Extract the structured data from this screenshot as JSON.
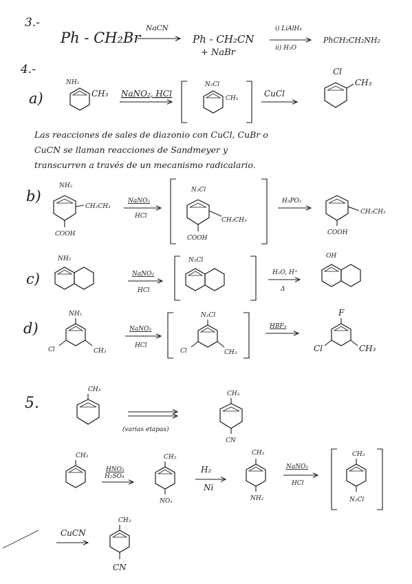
{
  "problem3": {
    "number": "3.-",
    "reactant": "Ph - CH₂Br",
    "reagent": "NaCN",
    "product1": "Ph - CH₂CN",
    "byproduct": "+ NaBr",
    "step_i": "i) LiAlH₄",
    "step_ii": "ii) H₂O",
    "final": "PhCH₂CH₂NH₂"
  },
  "problem4": {
    "number": "4.-",
    "a": {
      "label": "a)",
      "sm_sub1": "NH₂",
      "sm_sub2": "CH₃",
      "reagent": "NaNO₂, HCl",
      "int_sub1": "N₂Cl",
      "int_sub2": "CH₃",
      "reagent2": "CuCl",
      "prod_sub1": "Cl",
      "prod_sub2": "CH₃"
    },
    "paragraph": [
      "Las reacciones de sales de diazonio con CuCl, CuBr o",
      "CuCN se llaman reacciones de Sandmeyer y",
      "transcurren a través de un mecanismo radicalario."
    ],
    "b": {
      "label": "b)",
      "sm_top": "NH₂",
      "sm_side": "CH₂CH₃",
      "sm_bottom": "COOH",
      "reagent_top": "NaNO₂",
      "reagent_bottom": "HCl",
      "int_top": "N₂Cl",
      "int_side": "CH₂CH₃",
      "int_bottom": "COOH",
      "reagent2": "H₃PO₂",
      "prod_side": "CH₂CH₃",
      "prod_bottom": "COOH"
    },
    "c": {
      "label": "c)",
      "sm_top": "NH₂",
      "reagent_top": "NaNO₂",
      "reagent_bottom": "HCl",
      "int_top": "N₂Cl",
      "reagent2_top": "H₂O, H⁺",
      "reagent2_bottom": "Δ",
      "prod_top": "OH"
    },
    "d": {
      "label": "d)",
      "sm_top": "NH₂",
      "sm_left": "Cl",
      "sm_right": "CH₃",
      "reagent_top": "NaNO₂",
      "reagent_bottom": "HCl",
      "int_top": "N₂Cl",
      "int_left": "Cl",
      "int_right": "CH₃",
      "reagent2": "HBF₄",
      "prod_top": "F",
      "prod_left": "Cl",
      "prod_right": "CH₃"
    }
  },
  "problem5": {
    "number": "5.",
    "sm_top": "CH₃",
    "overview_note": "(varias etapas)",
    "target_top": "CH₃",
    "target_bottom": "CN",
    "s1_top": "CH₃",
    "s1_reagent_top": "HNO₃",
    "s1_reagent_bottom": "H₂SO₄",
    "s2_top": "CH₃",
    "s2_bottom": "NO₂",
    "s2_reagent_top": "H₂",
    "s2_reagent_bottom": "Ni",
    "s3_top": "CH₃",
    "s3_bottom": "NH₂",
    "s3_reagent_top": "NaNO₂",
    "s3_reagent_bottom": "HCl",
    "s4_top": "CH₃",
    "s4_bottom": "N₂Cl",
    "s5_reagent": "CuCN",
    "s6_top": "CH₃",
    "s6_bottom": "CN"
  }
}
